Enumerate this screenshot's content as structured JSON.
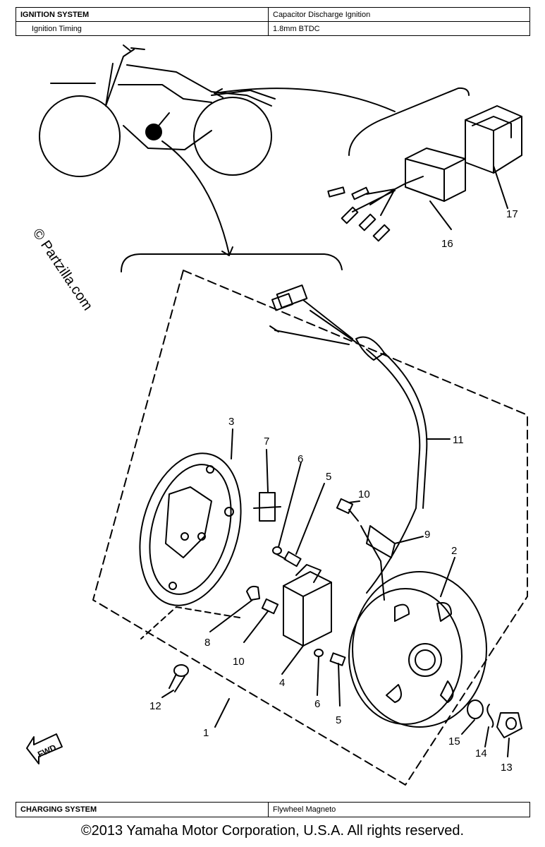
{
  "spec": {
    "system_label": "IGNITION SYSTEM",
    "system_value": "Capacitor Discharge Ignition",
    "timing_label": "Ignition Timing",
    "timing_value": "1.8mm BTDC"
  },
  "charging": {
    "label": "CHARGING SYSTEM",
    "value": "Flywheel Magneto"
  },
  "copyright": "©2013 Yamaha Motor Corporation, U.S.A. All rights reserved.",
  "watermark": "© Partzilla.com",
  "fwd_label": "FWD",
  "callouts": {
    "c1": "1",
    "c2": "2",
    "c3": "3",
    "c4": "4",
    "c5a": "5",
    "c5b": "5",
    "c6a": "6",
    "c6b": "6",
    "c7": "7",
    "c8": "8",
    "c9": "9",
    "c10a": "10",
    "c10b": "10",
    "c11": "11",
    "c12": "12",
    "c13": "13",
    "c14": "14",
    "c15": "15",
    "c16": "16",
    "c17": "17"
  }
}
